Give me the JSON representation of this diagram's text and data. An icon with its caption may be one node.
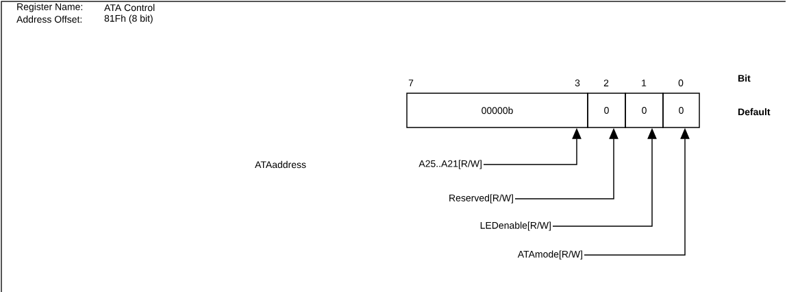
{
  "diagram": {
    "nodes": [
      {
        "text": [
          "00000b"
        ]
      },
      {
        "text": [
          "0"
        ]
      },
      {
        "text": [
          "0"
        ]
      },
      {
        "text": [
          "0"
        ]
      },
      {
        "text": [
          "A25..A21[R/W]"
        ]
      },
      {
        "text": [
          "Reserved[R/W]"
        ]
      },
      {
        "text": [
          "LEDenable[R/W]"
        ]
      },
      {
        "text": [
          "ATAmode[R/W]"
        ]
      }
    ],
    "edges": [
      {
        "from": 4,
        "to": 0,
        "arrow": "to"
      },
      {
        "from": 5,
        "to": 1,
        "arrow": "to"
      },
      {
        "from": 6,
        "to": 2,
        "arrow": "to"
      },
      {
        "from": 7,
        "to": 3,
        "arrow": "to"
      }
    ],
    "labels": [
      "Register Name:",
      "ATA Control",
      "Address Offset:",
      "81Fh  (8 bit)",
      "7",
      "3",
      "2",
      "1",
      "0",
      "Bit",
      "Default",
      "ATAaddress"
    ]
  }
}
